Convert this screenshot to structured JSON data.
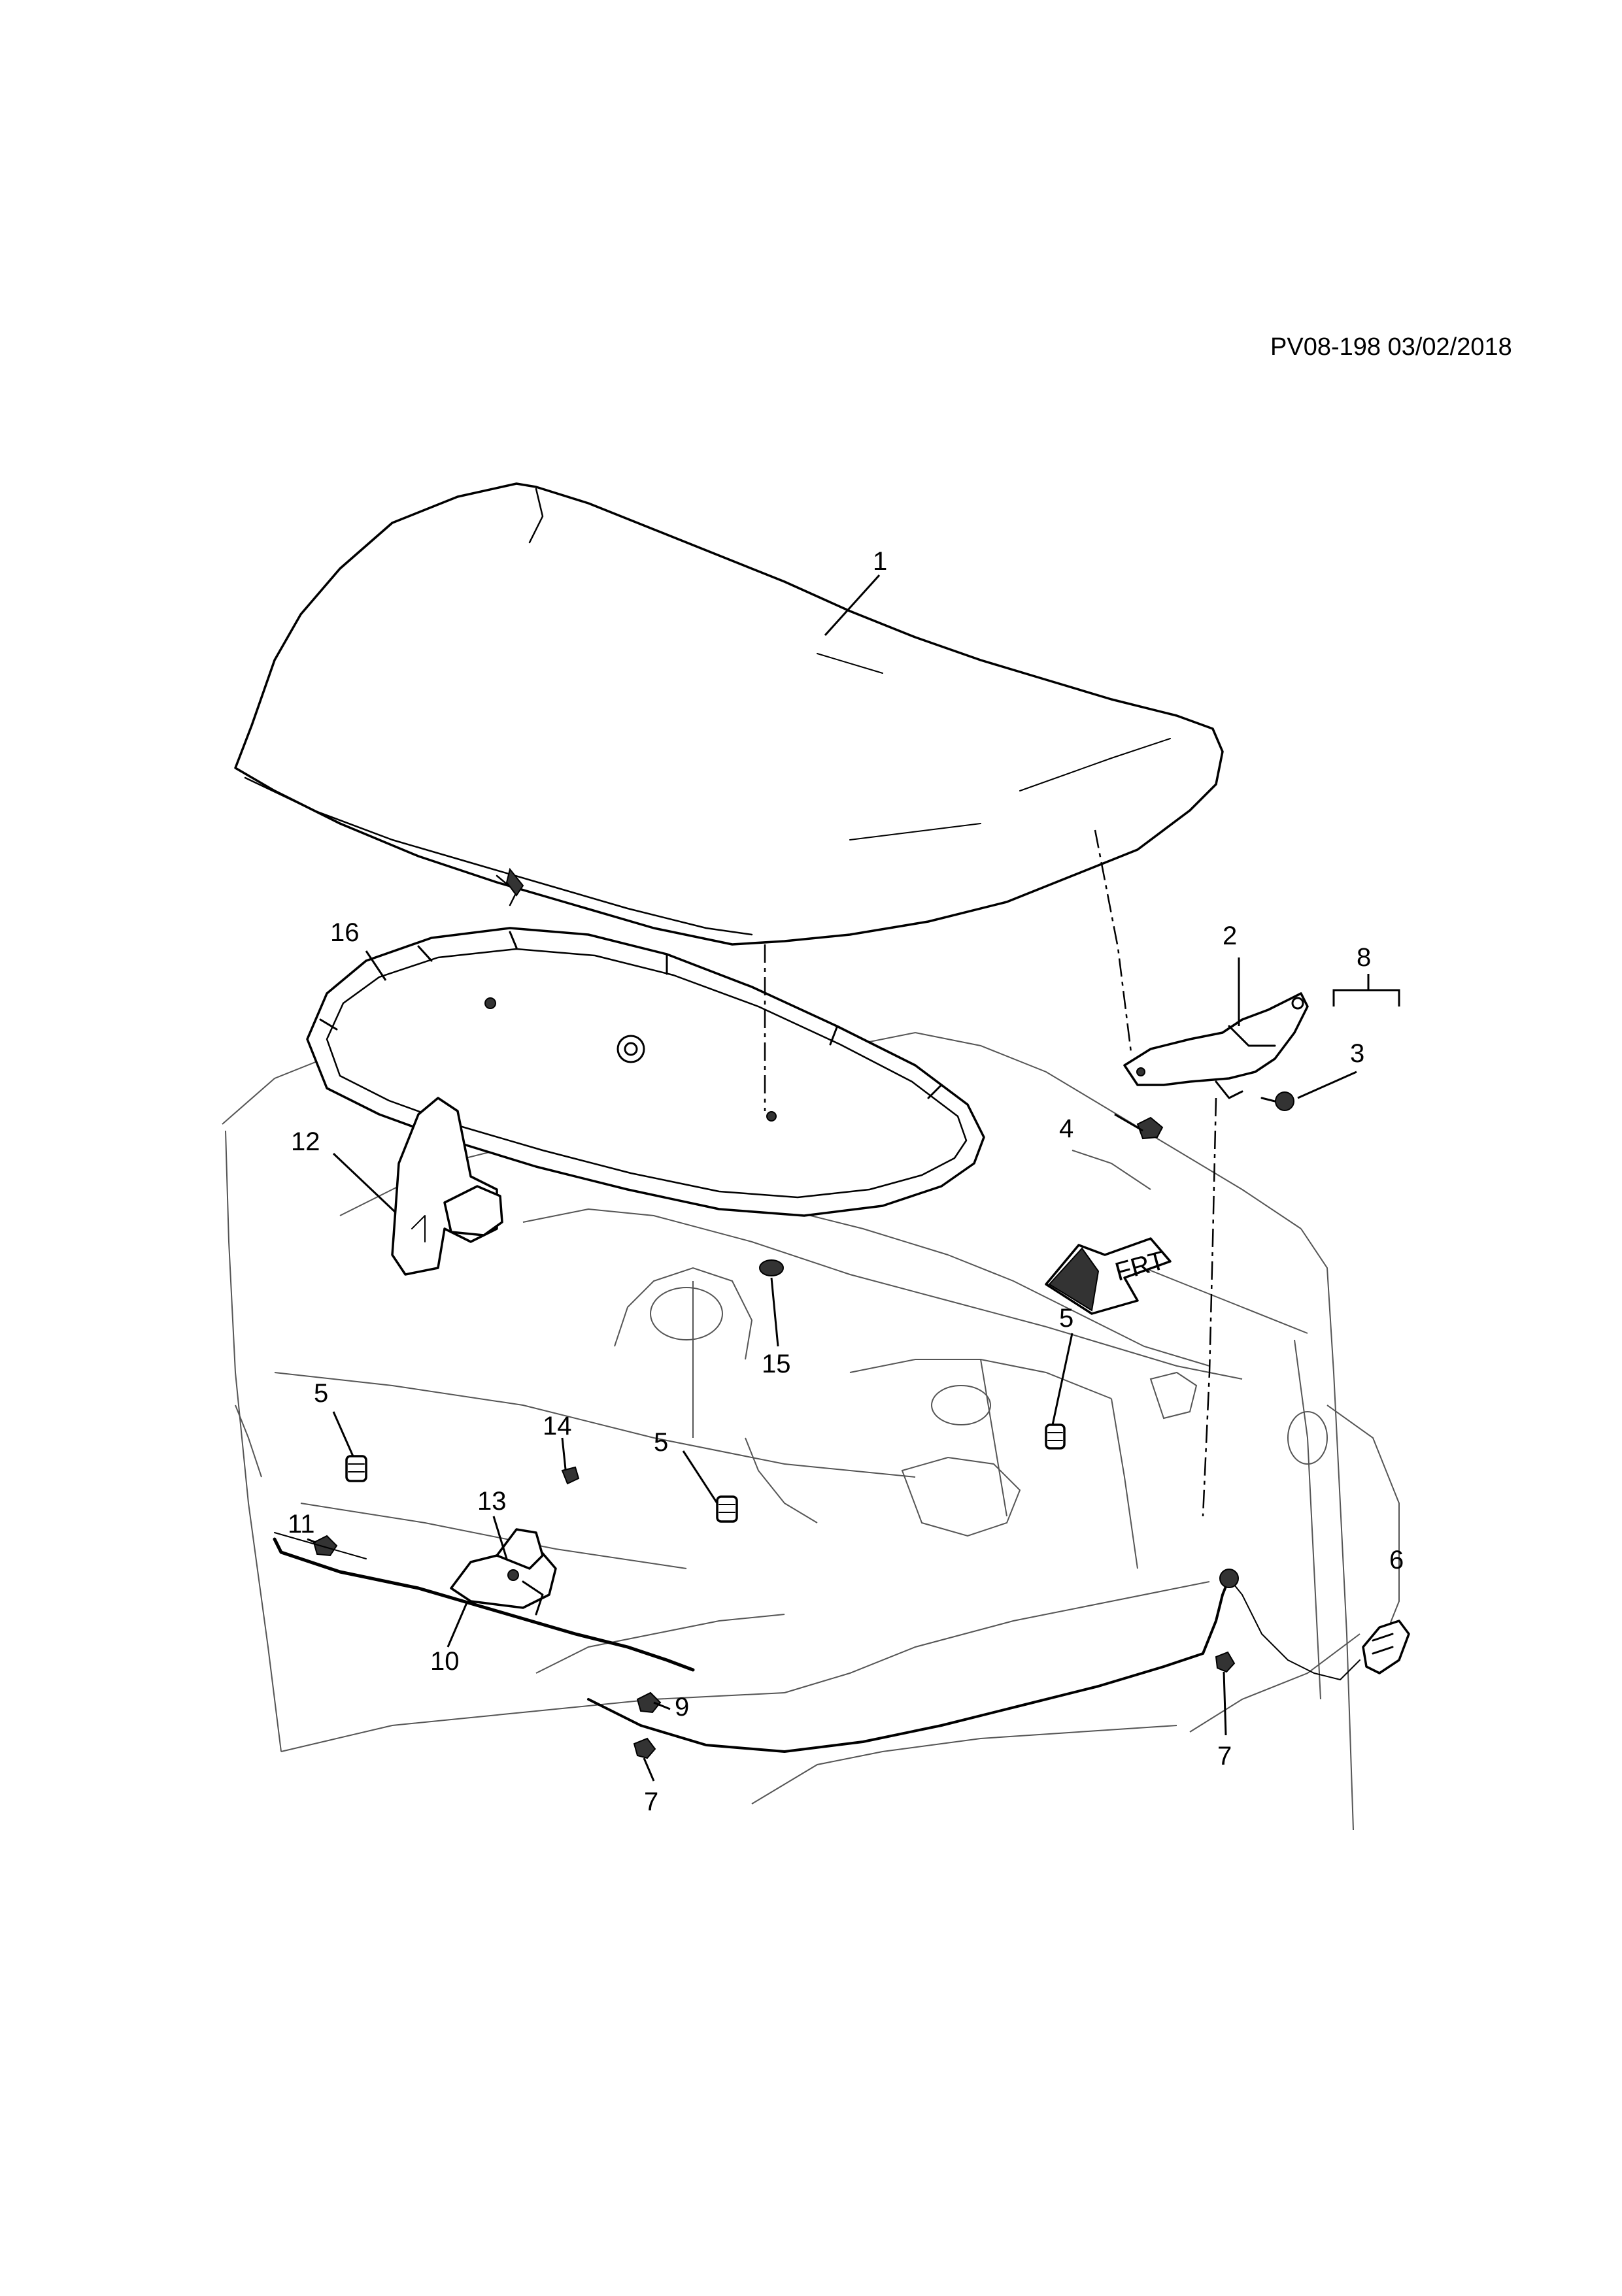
{
  "reference": "PV08-198 03/02/2018",
  "callouts": [
    "1",
    "2",
    "3",
    "4",
    "5",
    "5",
    "5",
    "6",
    "7",
    "7",
    "8",
    "9",
    "10",
    "11",
    "12",
    "13",
    "14",
    "15",
    "16"
  ],
  "arrow_label": "FRT"
}
